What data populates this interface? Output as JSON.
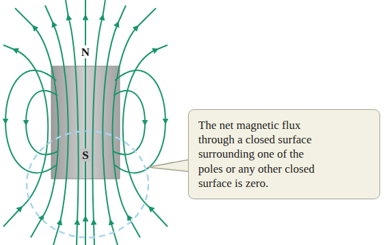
{
  "diagram": {
    "nodes": [
      {
        "text": [
          "The net magnetic flux through a closed surface surrounding one of the poles or any other closed surface is zero."
        ]
      }
    ],
    "labels": [
      "N",
      "S"
    ]
  }
}
